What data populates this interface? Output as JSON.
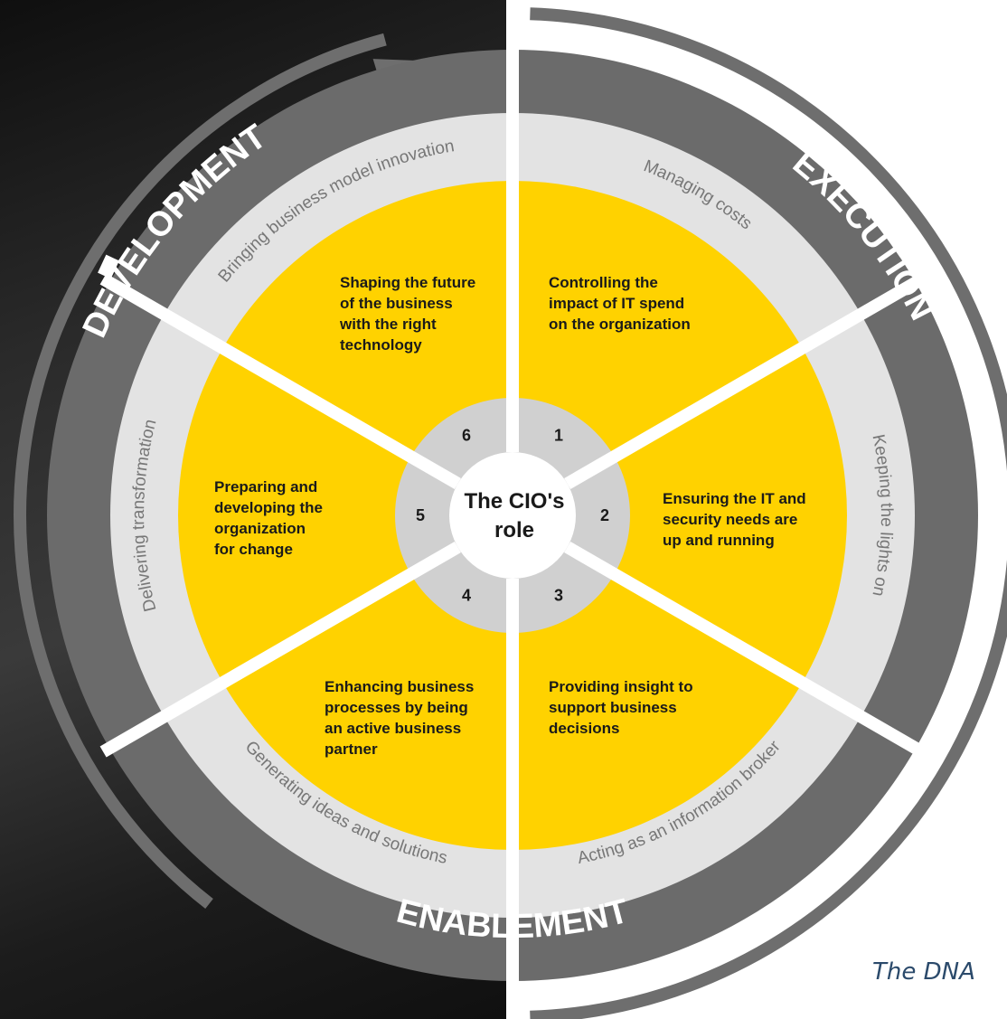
{
  "center": {
    "line1": "The CIO's",
    "line2": "role"
  },
  "phases": {
    "development": "DEVELOPMENT",
    "execution": "EXECUTION",
    "enablement": "ENABLEMENT"
  },
  "segments": [
    {
      "number": "1",
      "lines": [
        "Controlling the",
        "impact of IT spend",
        "on the organization"
      ],
      "ring_label": "Managing costs"
    },
    {
      "number": "2",
      "lines": [
        "Ensuring the IT and",
        "security needs are",
        "up and running"
      ],
      "ring_label": "Keeping the lights on"
    },
    {
      "number": "3",
      "lines": [
        "Providing insight to",
        "support business",
        "decisions"
      ],
      "ring_label": "Acting as an information broker"
    },
    {
      "number": "4",
      "lines": [
        "Enhancing business",
        "processes by being",
        "an active business",
        "partner"
      ],
      "ring_label": "Generating ideas and solutions"
    },
    {
      "number": "5",
      "lines": [
        "Preparing and",
        "developing the",
        "organization",
        "for change"
      ],
      "ring_label": "Delivering transformation"
    },
    {
      "number": "6",
      "lines": [
        "Shaping the future",
        "of the business",
        "with the right",
        "technology"
      ],
      "ring_label": "Bringing business model innovation"
    }
  ],
  "caption": "The DNA",
  "colors": {
    "yellow": "#FFD200",
    "light_ring": "#E3E3E3",
    "dark_ring": "#6B6B6B",
    "hub": "#D0D0D0",
    "arc": "#6E6E6E",
    "caption": "#2b4a6b"
  }
}
